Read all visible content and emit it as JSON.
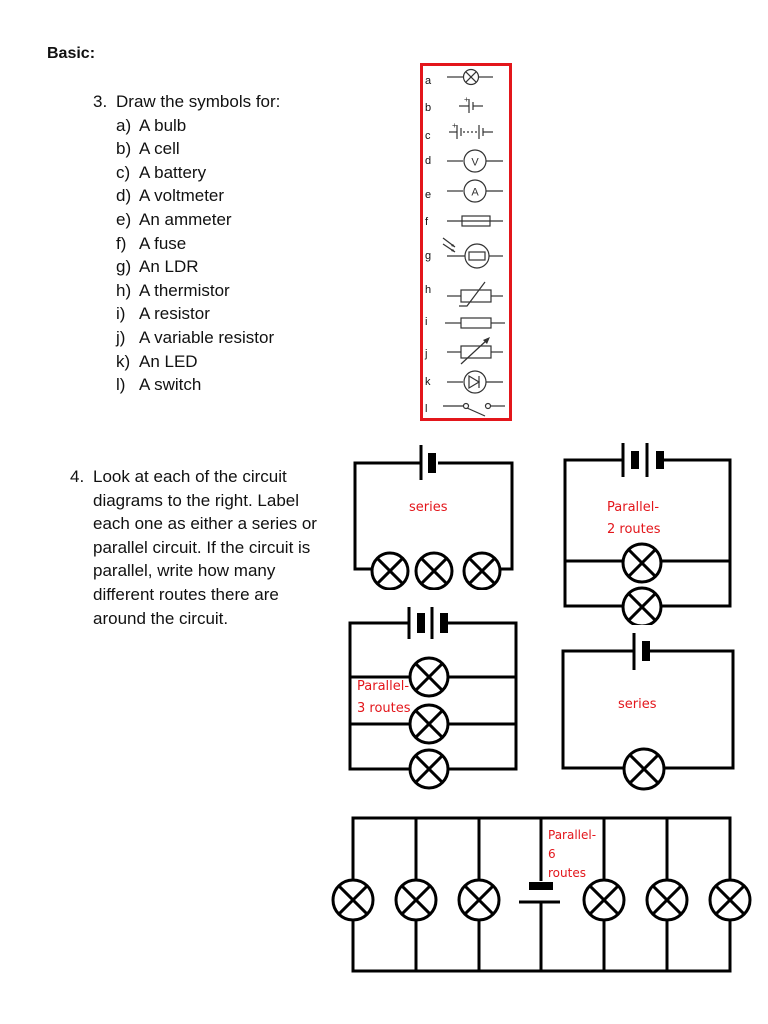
{
  "heading": "Basic:",
  "question3": {
    "number": "3.",
    "prompt": "Draw the symbols for:",
    "items": [
      {
        "letter": "a)",
        "text": "A bulb"
      },
      {
        "letter": "b)",
        "text": "A cell"
      },
      {
        "letter": "c)",
        "text": "A battery"
      },
      {
        "letter": "d)",
        "text": "A voltmeter"
      },
      {
        "letter": "e)",
        "text": "An ammeter"
      },
      {
        "letter": "f)",
        "text": "A fuse"
      },
      {
        "letter": "g)",
        "text": "An LDR"
      },
      {
        "letter": "h)",
        "text": "A thermistor"
      },
      {
        "letter": "i)",
        "text": "A resistor"
      },
      {
        "letter": "j)",
        "text": "A variable resistor"
      },
      {
        "letter": "k)",
        "text": "An LED"
      },
      {
        "letter": "l)",
        "text": "A switch"
      }
    ]
  },
  "symbol_table": {
    "border_color": "#e3161b",
    "rows": [
      {
        "label": "a",
        "symbol": "bulb-icon"
      },
      {
        "label": "b",
        "symbol": "cell-icon",
        "text": "+"
      },
      {
        "label": "c",
        "symbol": "battery-icon",
        "text": "+"
      },
      {
        "label": "d",
        "symbol": "voltmeter-icon",
        "text": "V"
      },
      {
        "label": "e",
        "symbol": "ammeter-icon",
        "text": "A"
      },
      {
        "label": "f",
        "symbol": "fuse-icon"
      },
      {
        "label": "g",
        "symbol": "ldr-icon"
      },
      {
        "label": "h",
        "symbol": "thermistor-icon"
      },
      {
        "label": "i",
        "symbol": "resistor-icon"
      },
      {
        "label": "j",
        "symbol": "variable-resistor-icon"
      },
      {
        "label": "k",
        "symbol": "led-icon"
      },
      {
        "label": "l",
        "symbol": "switch-icon"
      }
    ]
  },
  "question4": {
    "number": "4.",
    "text": "Look at each of the circuit diagrams to the right. Label each one as either a series or parallel circuit. If the circuit is parallel, write how many different routes there are around the circuit."
  },
  "circuits": {
    "answer_color": "#e3161b",
    "c1": {
      "type": "series",
      "cells": 1,
      "bulbs": 3,
      "answer_lines": [
        "series"
      ]
    },
    "c2": {
      "type": "parallel",
      "cells": 2,
      "bulbs": 2,
      "answer_lines": [
        "Parallel-",
        "2 routes"
      ]
    },
    "c3": {
      "type": "parallel",
      "cells": 2,
      "bulbs": 3,
      "answer_lines": [
        "Parallel-",
        "3 routes"
      ]
    },
    "c4": {
      "type": "series",
      "cells": 1,
      "bulbs": 1,
      "answer_lines": [
        "series"
      ]
    },
    "c5": {
      "type": "parallel",
      "cells": 1,
      "bulbs": 6,
      "answer_lines": [
        "Parallel-",
        "6",
        "routes"
      ]
    }
  }
}
